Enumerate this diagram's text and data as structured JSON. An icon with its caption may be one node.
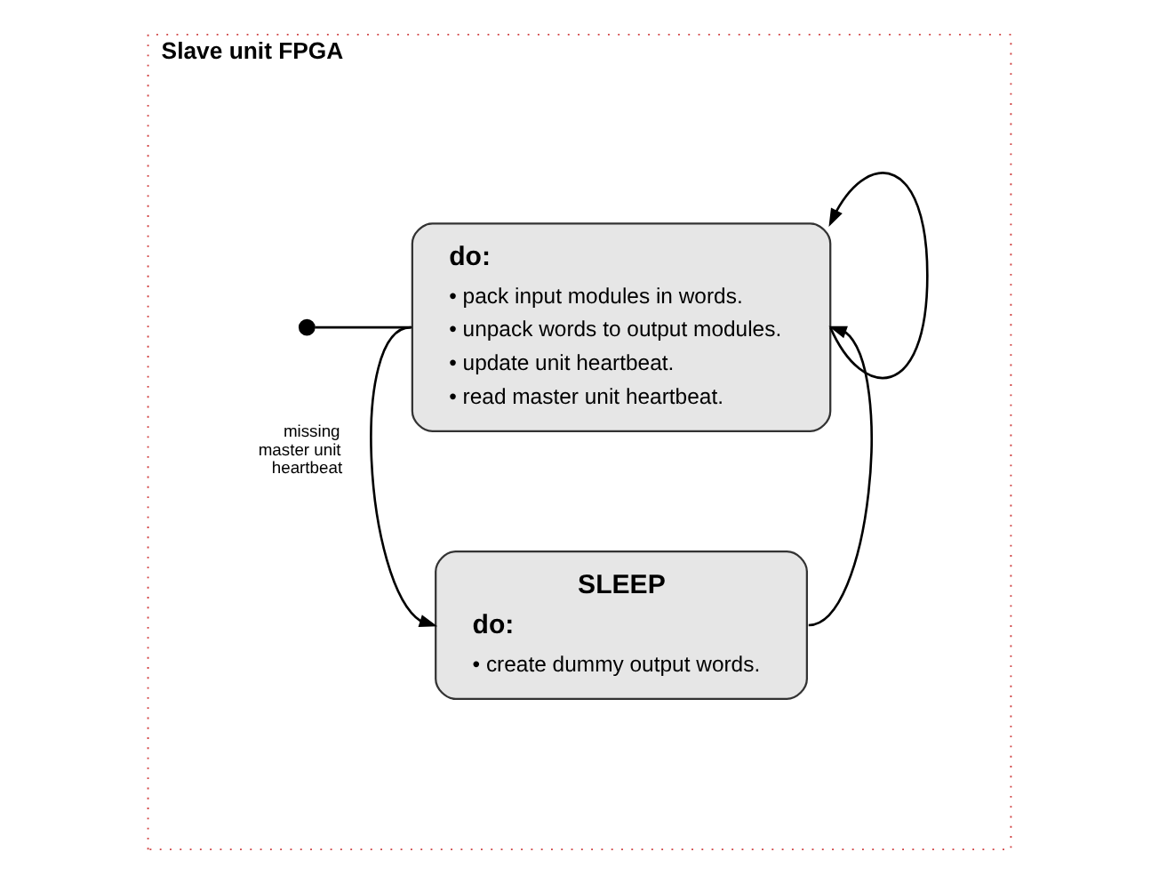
{
  "diagram": {
    "nodes": [
      {
        "text": [
          "Slave unit FPGA"
        ]
      },
      {
        "text": [],
        "shape": "circle",
        "in": 0
      },
      {
        "text": [
          "do:",
          "• pack input modules in words.",
          "• unpack words to output modules.",
          "• update unit heartbeat.",
          "• read master unit heartbeat."
        ],
        "in": 0
      },
      {
        "text": [
          "SLEEP",
          "do:",
          "• create dummy output words."
        ],
        "in": 0
      }
    ],
    "edges": [
      {
        "from": 1,
        "to": 2,
        "arrow": "none"
      },
      {
        "from": 2,
        "to": 2,
        "arrow": "to"
      },
      {
        "from": 2,
        "to": 3,
        "arrow": "to",
        "label": "missing master unit heartbeat"
      },
      {
        "from": 3,
        "to": 2,
        "arrow": "to"
      }
    ]
  }
}
